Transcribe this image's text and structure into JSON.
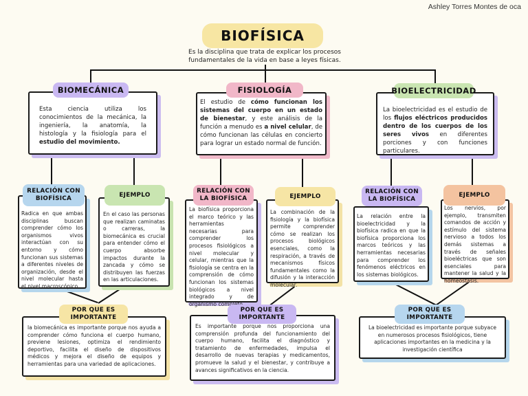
{
  "author": "Ashley Torres Montes de oca",
  "title": "BIOFÍSICA",
  "intro": "Es la disciplina que trata de explicar los procesos fundamentales de la vida en base a leyes físicas.",
  "columns": [
    {
      "heading": "BIOMECÁNICA",
      "description_parts": [
        {
          "text": "Esta ciencia utiliza los conocimientos de la mecánica, la ingeniería, la anatomía, la histología y la fisiología para el ",
          "bold": false
        },
        {
          "text": "estudio del movimiento.",
          "bold": true
        }
      ],
      "relation_label": "RELACIÓN CON BIOFÍSICA",
      "relation_text": "Radica en que ambas disciplinas buscan comprender cómo los organismos vivos interactúan con su entorno y cómo funcionan sus sistemas a diferentes niveles de organización, desde el nivel molecular hasta el nivel macroscópico",
      "example_label": "EJEMPLO",
      "example_text": "En el caso las personas que realizan caminatas o carreras, la biomecánica es crucial para entender cómo el cuerpo absorbe impactos durante la zancada y cómo se distribuyen las fuerzas en las articulaciones.",
      "importance_label": "POR QUE ES IMPORTANTE",
      "importance_text": "la biomecánica es importante porque nos ayuda a comprender cómo funciona el cuerpo humano, previene lesiones, optimiza el rendimiento deportivo, facilita el diseño de dispositivos médicos y mejora el diseño de equipos y herramientas para una variedad de aplicaciones."
    },
    {
      "heading": "FISIOLOGÍA",
      "description_parts": [
        {
          "text": "El estudio de ",
          "bold": false
        },
        {
          "text": "cómo funcionan los sistemas del cuerpo en un estado de bienestar",
          "bold": true
        },
        {
          "text": ", y este análisis de la función a menudo es ",
          "bold": false
        },
        {
          "text": "a nivel celular",
          "bold": true
        },
        {
          "text": ", de cómo funcionan las células en concierto para lograr un estado normal de función.",
          "bold": false
        }
      ],
      "relation_label": "RELACIÓN CON LA BIOFÍSICA",
      "relation_text": "La biofísica proporciona el marco teórico y las herramientas necesarias para comprender los procesos fisiológicos a nivel molecular y celular, mientras que la fisiología se centra en la comprensión de cómo funcionan los sistemas biológicos a nivel integrado y de organismo completo.",
      "example_label": "EJEMPLO",
      "example_text": "La combinación de la fisiología y la biofísica permite comprender cómo se realizan los procesos biológicos esenciales, como la respiración, a través de mecanismos físicos fundamentales como la difusión y la interacción molecular.",
      "importance_label": "POR QUE ES IMPORTANTE",
      "importance_text": "Es importante porque nos proporciona una comprensión profunda del funcionamiento del cuerpo humano, facilita el diagnóstico y tratamiento de enfermedades, impulsa el desarrollo de nuevas terapias y medicamentos, promueve la salud y el bienestar, y contribuye a avances significativos en la ciencia."
    },
    {
      "heading": "BIOELECTRICIDAD",
      "description_parts": [
        {
          "text": "La bioelectricidad es el estudio de los ",
          "bold": false
        },
        {
          "text": "flujos eléctricos producidos dentro de los cuerpos de los seres vivos",
          "bold": true
        },
        {
          "text": " en diferentes porciones y con funciones particulares.",
          "bold": false
        }
      ],
      "relation_label": "RELACIÓN CON LA BIOFÍSICA",
      "relation_text": "La relación entre la bioelectricidad y la biofísica radica en que la biofísica proporciona los marcos teóricos y las herramientas necesarias para comprender los fenómenos eléctricos en los sistemas biológicos.",
      "example_label": "EJEMPLO",
      "example_text": "Los nervios, por ejemplo, transmiten comandos de acción y estímulo del sistema nervioso a todos los demás sistemas a través de señales bioeléctricas que son esenciales para mantener la salud y la homeostasis.",
      "importance_label": "POR QUE ES IMPORTANTE",
      "importance_text": "La bioelectricidad es importante porque subyace en numerosos procesos fisiológicos, tiene aplicaciones importantes en la medicina y la investigación científica"
    }
  ]
}
